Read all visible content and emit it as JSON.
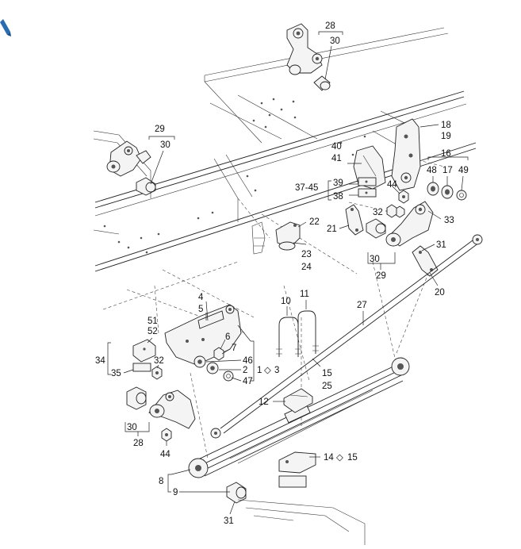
{
  "icon": "pencil-icon",
  "accent": "#2b6cb0",
  "callouts": {
    "c1": "1",
    "c1_suffix": "3",
    "c2": "2",
    "c4": "4",
    "c5": "5",
    "c6": "6",
    "c7": "7",
    "c8": "8",
    "c9": "9",
    "c10": "10",
    "c11": "11",
    "c12": "12",
    "c14": "14",
    "c14_suffix": "15",
    "c15": "15",
    "c16": "16",
    "c17": "17",
    "c18": "18",
    "c19": "19",
    "c20": "20",
    "c21": "21",
    "c22": "22",
    "c23": "23",
    "c24": "24",
    "c25": "25",
    "c27": "27",
    "c28_top": "28",
    "c28_bottom": "28",
    "c29_top": "29",
    "c29_right": "29",
    "c30_top": "30",
    "c30_upper_left": "30",
    "c30_right": "30",
    "c30_bottom": "30",
    "c31_right": "31",
    "c31_bottom": "31",
    "c32_right": "32",
    "c32_left": "32",
    "c33": "33",
    "c34": "34",
    "c35": "35",
    "c37_45": "37-45",
    "c38": "38",
    "c39": "39",
    "c40": "40",
    "c41": "41",
    "c44_right": "44",
    "c44_bottom": "44",
    "c46": "46",
    "c47": "47",
    "c48": "48",
    "c49": "49",
    "c51": "51",
    "c52": "52"
  }
}
